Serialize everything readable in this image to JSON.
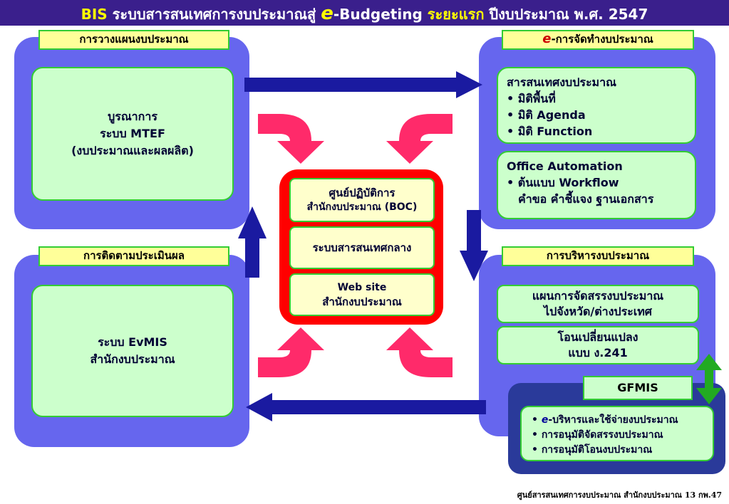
{
  "title": {
    "bis": "BIS",
    "thai": "ระบบสารสนเทศการงบประมาณสู่",
    "e": "e",
    "budgeting": "-Budgeting",
    "phase": "ระยะแรก",
    "year": "ปีงบประมาณ พ.ศ.  2547"
  },
  "panels": {
    "planning": {
      "label": "การวางแผนงบประมาณ",
      "lines": [
        "บูรณาการ",
        "ระบบ MTEF",
        "(งบประมาณและผลผลิต)"
      ]
    },
    "ebudget": {
      "label_e": "e",
      "label": "-การจัดทำงบประมาณ",
      "info": [
        "สารสนเทศงบประมาณ",
        "• มิติพื้นที่",
        "• มิติ Agenda",
        "• มิติ Function"
      ],
      "office": [
        "Office Automation",
        "• ต้นแบบ Workflow",
        "คำขอ คำชี้แจง ฐานเอกสาร"
      ]
    },
    "monitoring": {
      "label": "การติดตามประเมินผล",
      "lines": [
        "ระบบ EvMIS",
        "สำนักงบประมาณ"
      ]
    },
    "admin": {
      "label": "การบริหารงบประมาณ",
      "alloc": [
        "แผนการจัดสรรงบประมาณ",
        "ไปจังหวัด/ต่างประเทศ"
      ],
      "transfer": [
        "โอนเปลี่ยนแปลง",
        "แบบ ง.241"
      ]
    },
    "gfmis": {
      "label": "GFMIS",
      "e": "e",
      "items": [
        "-บริหารและใช้จ่ายงบประมาณ",
        "• การอนุมัติจัดสรรงบประมาณ",
        "• การอนุมัติโอนงบประมาณ"
      ]
    }
  },
  "center": {
    "boc": [
      "ศูนย์ปฏิบัติการ",
      "สำนักงบประมาณ (BOC)"
    ],
    "central": "ระบบสารสนเทศกลาง",
    "web": [
      "Web site",
      "สำนักงบประมาณ"
    ]
  },
  "footer": "ศูนย์สารสนเทศการงบประมาณ  สำนักงบประมาณ 13 กพ.47",
  "colors": {
    "title_bg": "#3a1f8c",
    "panel": "#6666ee",
    "gfmis_panel": "#2a3a9a",
    "arrow_blue": "#1a1aa0",
    "arrow_pink": "#ff2a6a",
    "center_red": "#ff0000",
    "green_arrow": "#22aa22"
  }
}
